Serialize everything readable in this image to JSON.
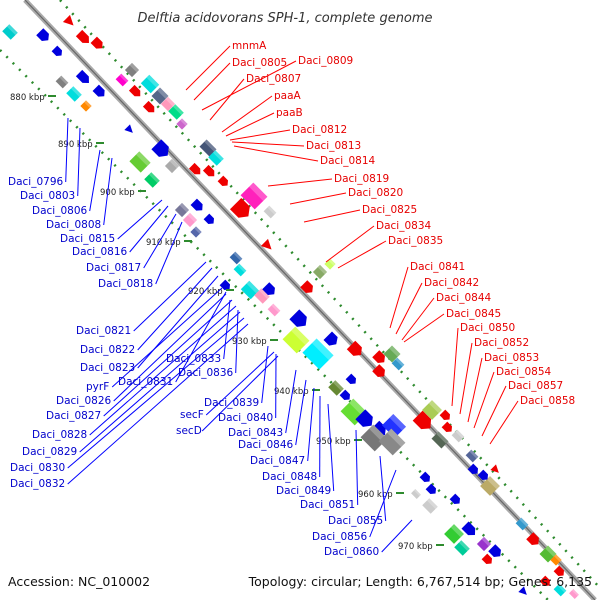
{
  "title": "Delftia acidovorans SPH-1, complete genome",
  "footer": {
    "accession": "Accession: NC_010002",
    "topology": "Topology: circular; Length: 6,767,514 bp; Genes: 6,135"
  },
  "colors": {
    "forward_genes": "#0000dd",
    "reverse_genes": "#ee0000",
    "backbone": "#999999",
    "ticks": "#2e8b2e"
  },
  "ticks": [
    "880 kbp",
    "890 kbp",
    "900 kbp",
    "910 kbp",
    "920 kbp",
    "930 kbp",
    "940 kbp",
    "950 kbp",
    "960 kbp",
    "970 kbp"
  ],
  "reverse_labels": [
    "mnmA",
    "Daci_0805",
    "Daci_0809",
    "Daci_0807",
    "paaA",
    "paaB",
    "Daci_0812",
    "Daci_0813",
    "Daci_0814",
    "Daci_0819",
    "Daci_0820",
    "Daci_0825",
    "Daci_0834",
    "Daci_0835",
    "Daci_0841",
    "Daci_0842",
    "Daci_0844",
    "Daci_0845",
    "Daci_0850",
    "Daci_0852",
    "Daci_0853",
    "Daci_0854",
    "Daci_0857",
    "Daci_0858"
  ],
  "forward_labels": [
    "Daci_0796",
    "Daci_0803",
    "Daci_0806",
    "Daci_0808",
    "Daci_0815",
    "Daci_0816",
    "Daci_0817",
    "Daci_0818",
    "Daci_0821",
    "Daci_0822",
    "Daci_0823",
    "Daci_0833",
    "Daci_0836",
    "Daci_0831",
    "pyrF",
    "Daci_0826",
    "Daci_0827",
    "Daci_0828",
    "Daci_0829",
    "Daci_0830",
    "Daci_0832",
    "Daci_0839",
    "Daci_0840",
    "secF",
    "secD",
    "Daci_0843",
    "Daci_0846",
    "Daci_0847",
    "Daci_0848",
    "Daci_0849",
    "Daci_0851",
    "Daci_0855",
    "Daci_0856",
    "Daci_0860"
  ]
}
